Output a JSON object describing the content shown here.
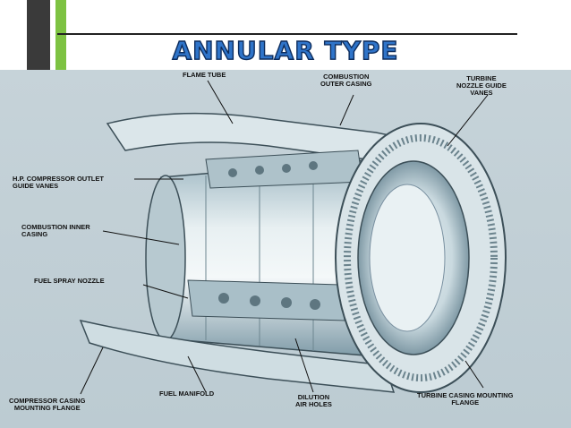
{
  "slide": {
    "title": "ANNULAR TYPE"
  },
  "diagram": {
    "labels": {
      "flame_tube": "FLAME TUBE",
      "combustion_outer_casing": "COMBUSTION\nOUTER CASING",
      "turbine_nozzle_guide_vanes": "TURBINE\nNOZZLE GUIDE\nVANES",
      "hp_compressor_outlet_guide_vanes": "H.P. COMPRESSOR OUTLET\nGUIDE VANES",
      "combustion_inner_casing": "COMBUSTION INNER\nCASING",
      "fuel_spray_nozzle": "FUEL SPRAY NOZZLE",
      "compressor_casing_mounting_flange": "COMPRESSOR CASING\nMOUNTING FLANGE",
      "fuel_manifold": "FUEL MANIFOLD",
      "dilution_air_holes": "DILUTION\nAIR HOLES",
      "turbine_casing_mounting_flange": "TURBINE CASING MOUNTING\nFLANGE"
    }
  },
  "colors": {
    "accent_green": "#7dc242",
    "accent_dark": "#3a3a3a",
    "title_blue": "#2f74c9"
  }
}
